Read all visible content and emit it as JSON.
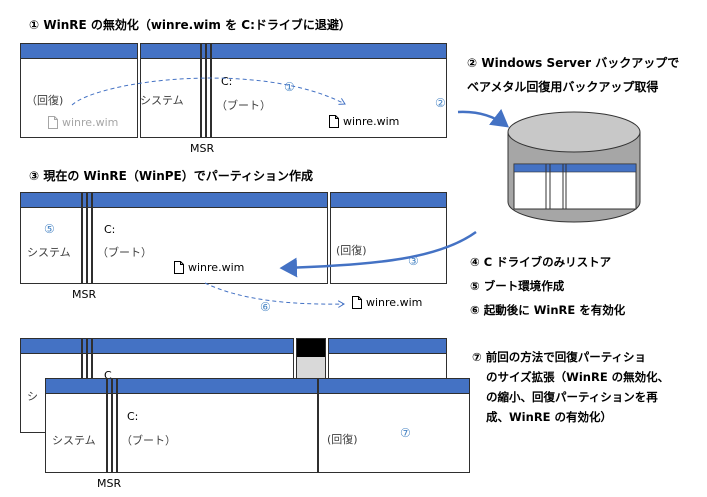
{
  "step1": {
    "title": "① WinRE の無効化（winre.wim を C:ドライブに退避）",
    "recovery_label": "（回復)",
    "recovery_file": "winre.wim",
    "system_label": "システム",
    "c_label": "C:",
    "boot_label": "（ブート）",
    "c_file": "winre.wim",
    "arrow_num": "①",
    "msr_label": "MSR"
  },
  "step2": {
    "line1": "② Windows Server バックアップで",
    "line2": "ベアメタル回復用バックアップ取得",
    "arrow_num": "②"
  },
  "step3": {
    "title": "③ 現在の WinRE（WinPE）でパーティション作成",
    "system_num": "⑤",
    "system_label": "システム",
    "c_label": "C:",
    "boot_label": "（ブート）",
    "c_file": "winre.wim",
    "recovery_label": "(回復)",
    "restore_num": "③",
    "msr_label": "MSR",
    "enable_num": "⑥",
    "external_file": "winre.wim"
  },
  "notes": {
    "n4": "④ C ドライブのみリストア",
    "n5": "⑤ ブート環境作成",
    "n6": "⑥ 起動後に WinRE を有効化",
    "n7_lines": [
      "⑦ 前回の方法で回復パーティショ",
      "のサイズ拡張（WinRE の無効化、",
      "の縮小、回復パーティションを再",
      "成、WinRE の有効化）"
    ]
  },
  "step4": {
    "back_left_label": "シ",
    "back_c_label": "C",
    "system_label": "システム",
    "c_label": "C:",
    "boot_label": "（ブート）",
    "recovery_label": "(回復)",
    "recovery_num": "⑦",
    "msr_label": "MSR"
  },
  "colors": {
    "partition_header": "#4472c4",
    "arrow": "#4472c4",
    "disk_body": "#a6a6a6",
    "annotation_num": "#4a86c5"
  }
}
